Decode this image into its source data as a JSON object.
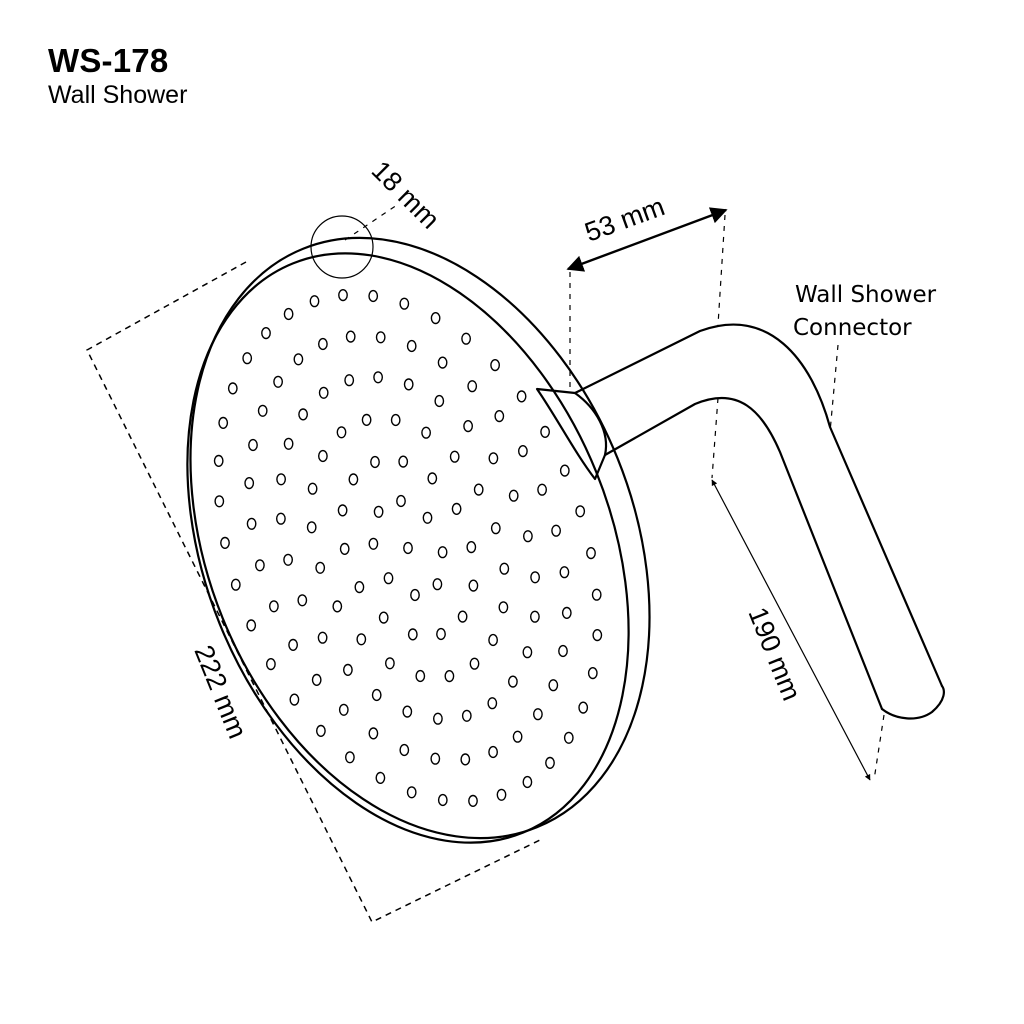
{
  "header": {
    "model": "WS-178",
    "subtitle": "Wall Shower"
  },
  "dimensions": {
    "thickness": "18 mm",
    "arm_offset": "53 mm",
    "arm_length": "190 mm",
    "diameter": "222 mm"
  },
  "labels": {
    "connector_line1": "Wall Shower",
    "connector_line2": "Connector"
  },
  "colors": {
    "ink": "#000000",
    "background": "#ffffff"
  }
}
